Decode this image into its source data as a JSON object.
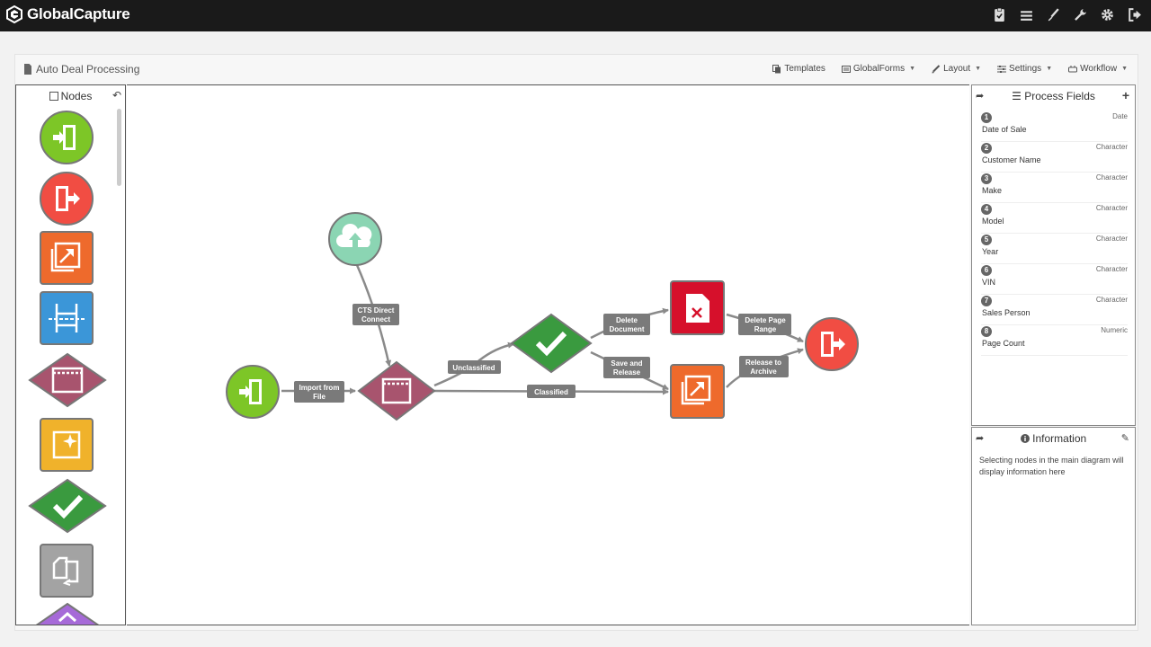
{
  "app": {
    "brand_name": "GlobalCapture"
  },
  "topbar": {
    "icons": [
      "clipboard-check-icon",
      "stack-icon",
      "brush-icon",
      "wrench-icon",
      "gear-icon",
      "sign-out-icon"
    ]
  },
  "document": {
    "title": "Auto Deal Processing"
  },
  "menus": [
    {
      "label": "Templates",
      "icon": "copy-icon",
      "has_caret": false
    },
    {
      "label": "GlobalForms",
      "icon": "form-icon",
      "has_caret": true
    },
    {
      "label": "Layout",
      "icon": "pencil-icon",
      "has_caret": true
    },
    {
      "label": "Settings",
      "icon": "sliders-icon",
      "has_caret": true
    },
    {
      "label": "Workflow",
      "icon": "workflow-icon",
      "has_caret": true
    }
  ],
  "nodes_panel": {
    "title": "Nodes",
    "items": [
      "entry-node",
      "exit-node",
      "release-node",
      "scan-node",
      "classify-node",
      "enhance-node",
      "validate-node",
      "convert-node",
      "more-node"
    ]
  },
  "edges": {
    "cts_direct_connect": [
      "CTS Direct",
      "Connect"
    ],
    "import_from_file": [
      "Import from",
      "File"
    ],
    "unclassified": [
      "Unclassified"
    ],
    "classified": [
      "Classified"
    ],
    "delete_document": [
      "Delete",
      "Document"
    ],
    "save_and_release": [
      "Save and",
      "Release"
    ],
    "delete_page_range": [
      "Delete Page",
      "Range"
    ],
    "release_to_archive": [
      "Release to",
      "Archive"
    ]
  },
  "process_fields": {
    "title": "Process Fields",
    "fields": [
      {
        "num": "1",
        "name": "Date of Sale",
        "type": "Date"
      },
      {
        "num": "2",
        "name": "Customer Name",
        "type": "Character"
      },
      {
        "num": "3",
        "name": "Make",
        "type": "Character"
      },
      {
        "num": "4",
        "name": "Model",
        "type": "Character"
      },
      {
        "num": "5",
        "name": "Year",
        "type": "Character"
      },
      {
        "num": "6",
        "name": "VIN",
        "type": "Character"
      },
      {
        "num": "7",
        "name": "Sales Person",
        "type": "Character"
      },
      {
        "num": "8",
        "name": "Page Count",
        "type": "Numeric"
      }
    ]
  },
  "information": {
    "title": "Information",
    "text": "Selecting nodes in the main diagram will display information here"
  },
  "colors": {
    "topbar": "#1a1a1a",
    "entry": "#7dc627",
    "exit": "#f14d43",
    "release": "#ee6a2c",
    "scan": "#3b96d8",
    "classify": "#a8546e",
    "enhance": "#f0b22b",
    "validate": "#3a9a3f",
    "convert": "#a3a3a3",
    "more": "#a66ad8",
    "cloud": "#8bd5b3",
    "delete": "#d6102b",
    "edge_label": "#7a7a7a",
    "edge_line": "#8a8a8a"
  }
}
